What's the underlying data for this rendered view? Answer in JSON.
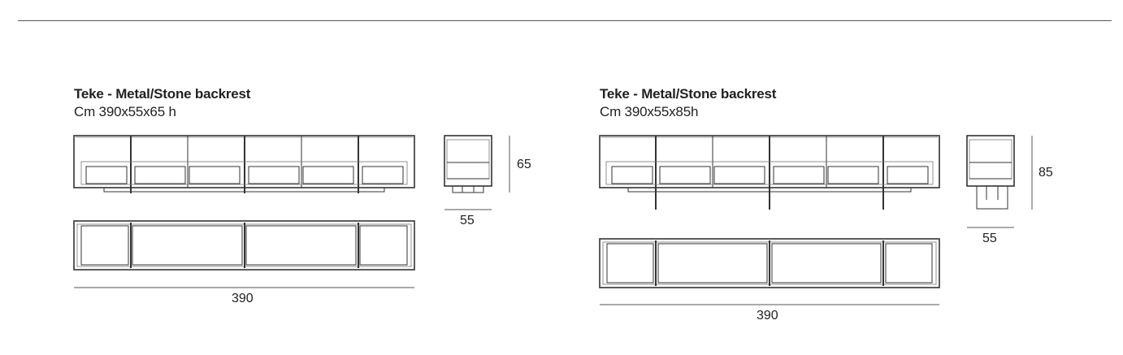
{
  "left": {
    "title": "Teke - Metal/Stone backrest",
    "subtitle": "Cm 390x55x65 h",
    "width_label": "390",
    "depth_label": "55",
    "height_label": "65"
  },
  "right": {
    "title": "Teke - Metal/Stone backrest",
    "subtitle": "Cm 390x55x85h",
    "width_label": "390",
    "depth_label": "55",
    "height_label": "85"
  }
}
